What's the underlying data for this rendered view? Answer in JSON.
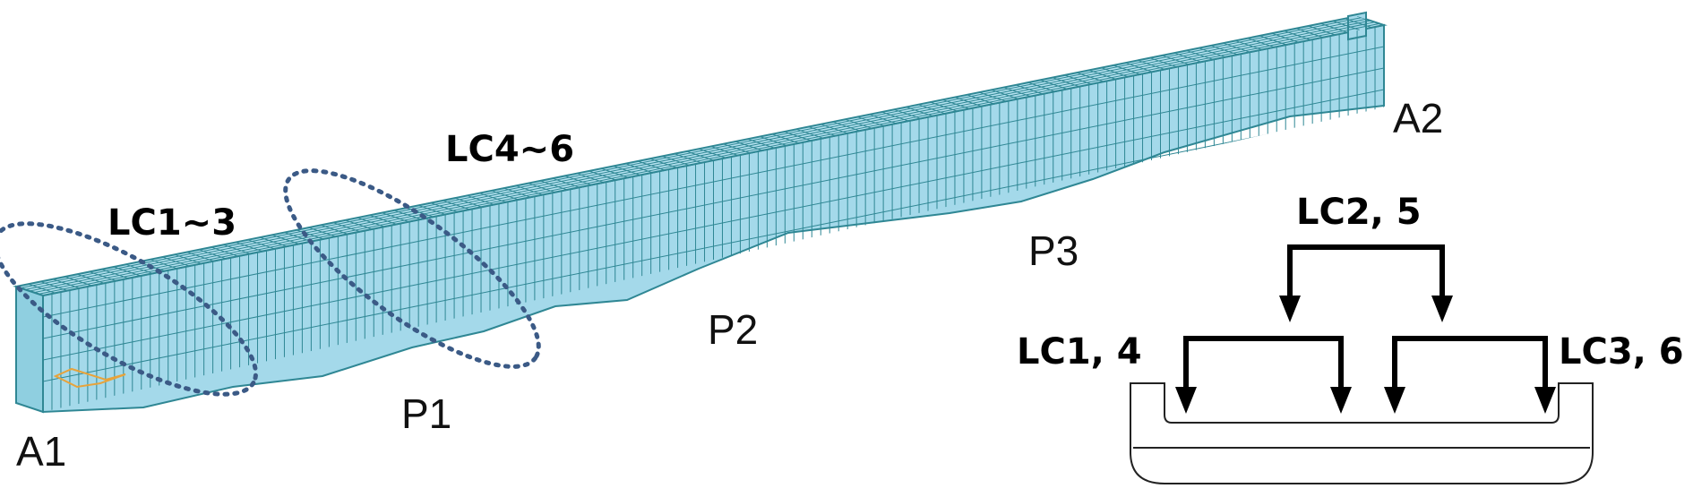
{
  "labels": {
    "abutment_1": "A1",
    "abutment_2": "A2",
    "pier_1": "P1",
    "pier_2": "P2",
    "pier_3": "P3",
    "zone_lc1_3": "LC1~3",
    "zone_lc4_6": "LC4~6"
  },
  "section": {
    "lc_left": "LC1, 4",
    "lc_center": "LC2, 5",
    "lc_right": "LC3, 6"
  },
  "colors": {
    "mesh_fill": "#a4d9ea",
    "mesh_line": "#2f8794",
    "ellipse": "#3b5a86",
    "arrow": "#000000",
    "support": "#e8a33a"
  }
}
